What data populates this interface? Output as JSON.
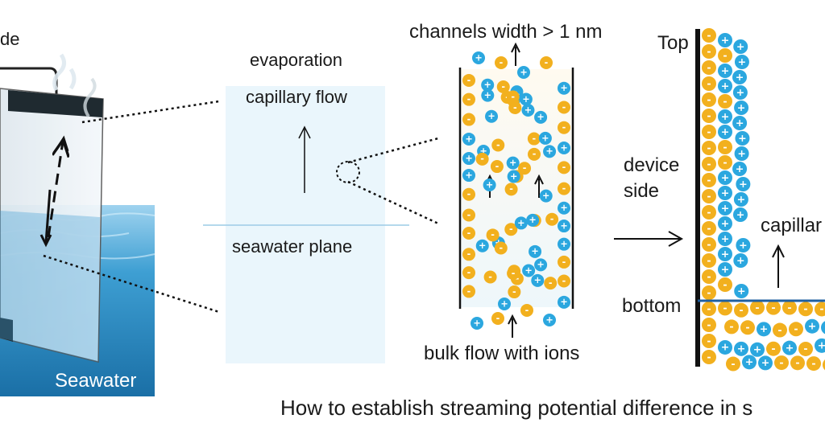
{
  "panel_device": {
    "corner_label": "de",
    "water_label": "Seawater"
  },
  "panel_plane": {
    "top_label": "evaporation",
    "flow_label": "capillary flow",
    "plane_label": "seawater plane"
  },
  "panel_channel": {
    "top_label": "channels width > 1 nm",
    "bottom_label": "bulk flow with ions"
  },
  "panel_wall": {
    "top_label": "Top",
    "side_label_1": "device",
    "side_label_2": "side",
    "bottom_label": "bottom",
    "flow_label": "capillar"
  },
  "caption": "How to establish streaming potential difference in s",
  "ion_symbols": {
    "positive": "+",
    "negative": "-"
  },
  "colors": {
    "positive_ion": "#2ba7df",
    "negative_ion": "#f2b01e",
    "plane_panel": "#eaf6fc",
    "seawater": "#2b8cc4",
    "wall": "#111111"
  }
}
